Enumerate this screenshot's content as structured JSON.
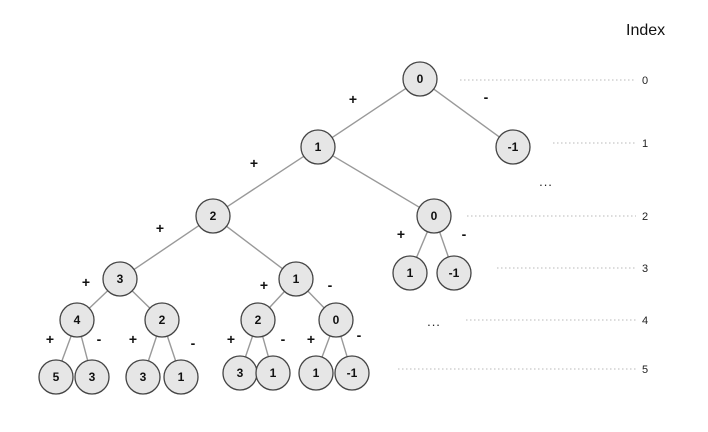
{
  "index_title": "Index",
  "ellipsis": "...",
  "colors": {
    "node_fill": "#e6e6e6",
    "node_stroke": "#444444",
    "edge": "#999999",
    "guide": "#b8b8b8"
  },
  "levels": [
    {
      "id": "L0",
      "label": "0"
    },
    {
      "id": "L1",
      "label": "1"
    },
    {
      "id": "L2",
      "label": "2"
    },
    {
      "id": "L3",
      "label": "3"
    },
    {
      "id": "L4",
      "label": "4"
    },
    {
      "id": "L5",
      "label": "5"
    }
  ],
  "nodes": [
    {
      "id": "n0",
      "label": "0"
    },
    {
      "id": "n1",
      "label": "1"
    },
    {
      "id": "nm1",
      "label": "-1"
    },
    {
      "id": "n2",
      "label": "2"
    },
    {
      "id": "n0b",
      "label": "0"
    },
    {
      "id": "n3",
      "label": "3"
    },
    {
      "id": "n1b",
      "label": "1"
    },
    {
      "id": "n1c",
      "label": "1"
    },
    {
      "id": "nm1b",
      "label": "-1"
    },
    {
      "id": "n4",
      "label": "4"
    },
    {
      "id": "n2b",
      "label": "2"
    },
    {
      "id": "n2c",
      "label": "2"
    },
    {
      "id": "n0c",
      "label": "0"
    },
    {
      "id": "n5",
      "label": "5"
    },
    {
      "id": "n3a",
      "label": "3"
    },
    {
      "id": "n3b",
      "label": "3"
    },
    {
      "id": "n1d",
      "label": "1"
    },
    {
      "id": "n3c",
      "label": "3"
    },
    {
      "id": "n1e",
      "label": "1"
    },
    {
      "id": "n1f",
      "label": "1"
    },
    {
      "id": "nm1c",
      "label": "-1"
    }
  ],
  "edges": [
    {
      "from": "n0",
      "to": "n1",
      "label": "+"
    },
    {
      "from": "n0",
      "to": "nm1",
      "label": "-"
    },
    {
      "from": "n1",
      "to": "n2",
      "label": "+"
    },
    {
      "from": "n1",
      "to": "n0b",
      "label": ""
    },
    {
      "from": "n2",
      "to": "n3",
      "label": "+"
    },
    {
      "from": "n2",
      "to": "n1b",
      "label": ""
    },
    {
      "from": "n0b",
      "to": "n1c",
      "label": "+"
    },
    {
      "from": "n0b",
      "to": "nm1b",
      "label": "-"
    },
    {
      "from": "n3",
      "to": "n4",
      "label": "+"
    },
    {
      "from": "n3",
      "to": "n2b",
      "label": ""
    },
    {
      "from": "n1b",
      "to": "n2c",
      "label": "+"
    },
    {
      "from": "n1b",
      "to": "n0c",
      "label": "-"
    },
    {
      "from": "n4",
      "to": "n5",
      "label": "+"
    },
    {
      "from": "n4",
      "to": "n3a",
      "label": "-"
    },
    {
      "from": "n2b",
      "to": "n3b",
      "label": "+"
    },
    {
      "from": "n2b",
      "to": "n1d",
      "label": "-"
    },
    {
      "from": "n2c",
      "to": "n3c",
      "label": "+"
    },
    {
      "from": "n2c",
      "to": "n1e",
      "label": "-"
    },
    {
      "from": "n0c",
      "to": "n1f",
      "label": "+"
    },
    {
      "from": "n0c",
      "to": "nm1c",
      "label": "-"
    }
  ]
}
